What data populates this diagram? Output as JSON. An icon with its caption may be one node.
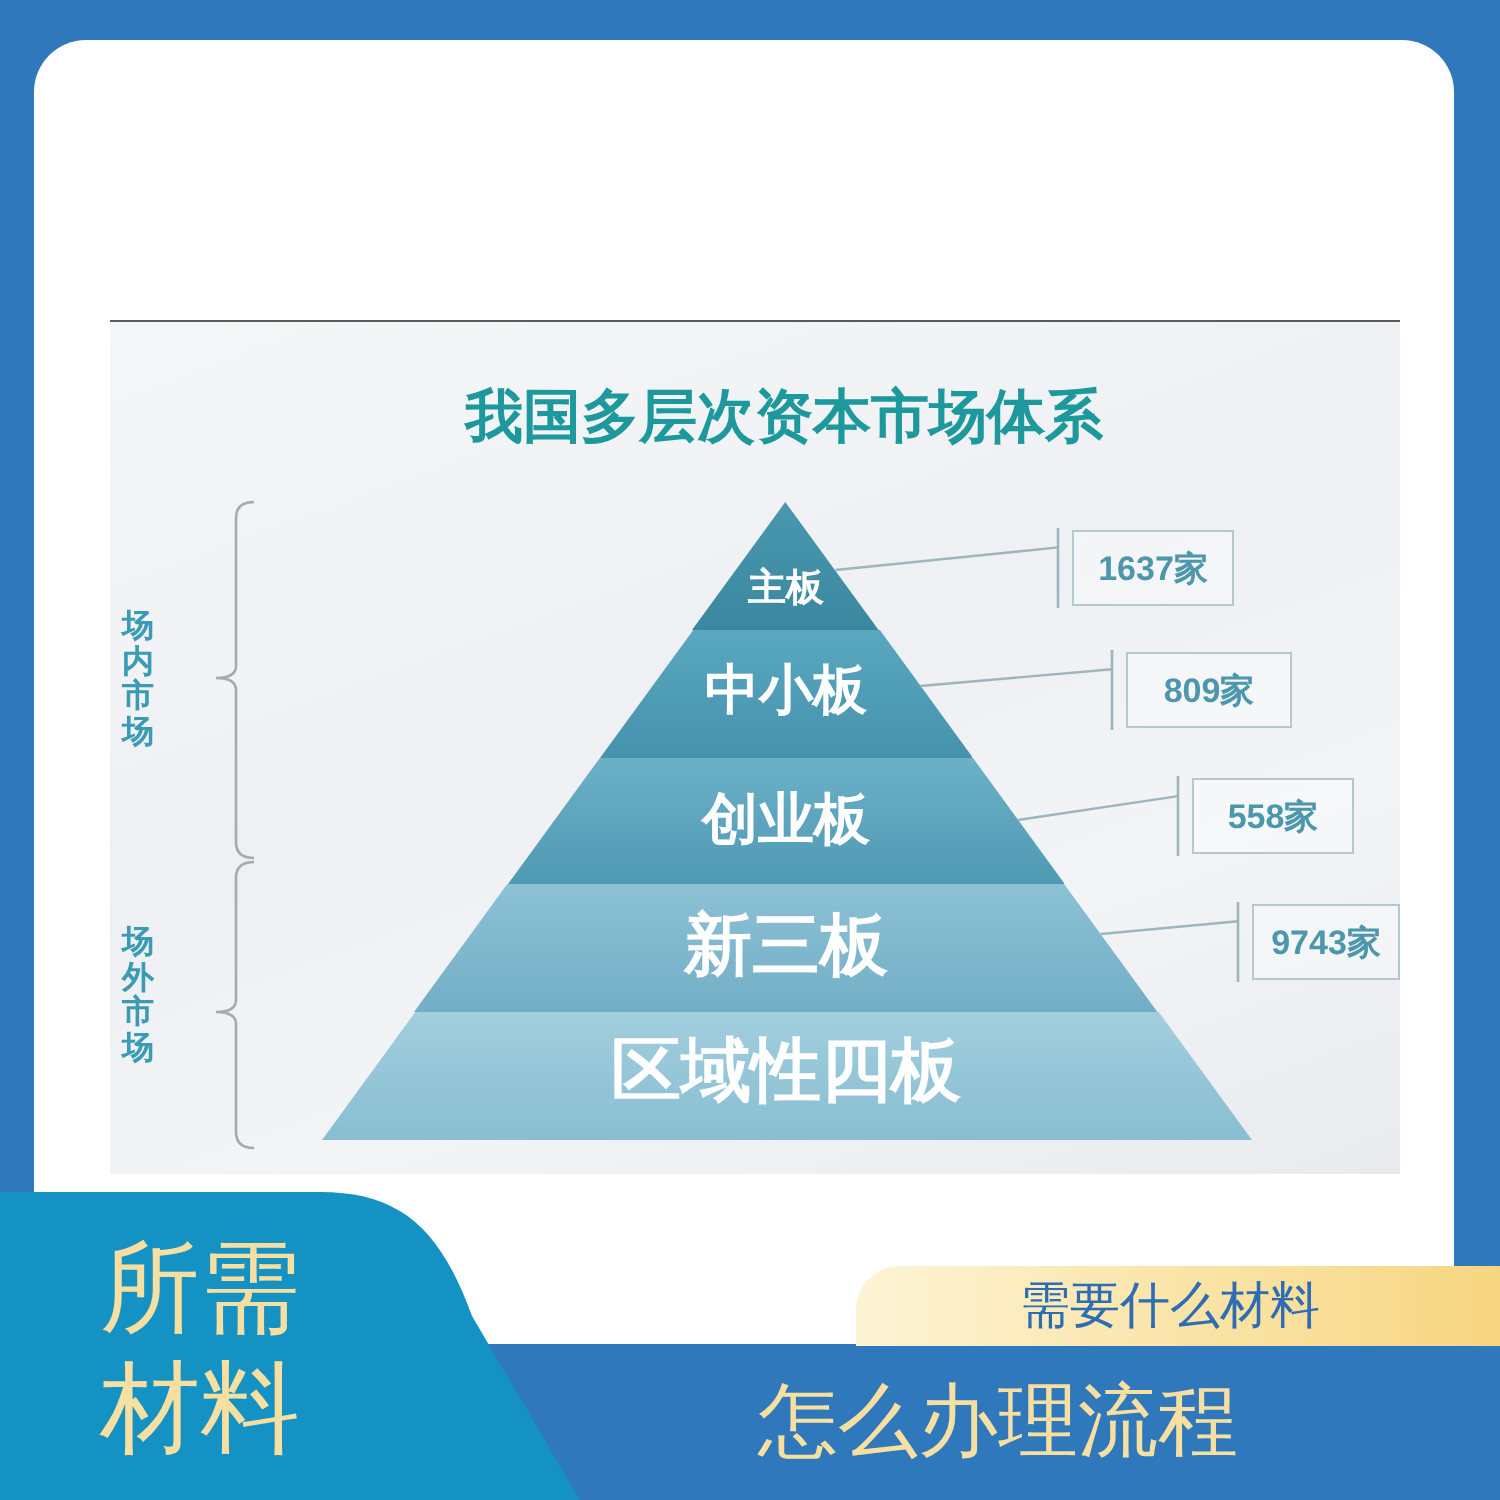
{
  "diagram": {
    "title": "我国多层次资本市场体系",
    "nodes": [
      {
        "text": [
          "主板"
        ]
      },
      {
        "text": [
          "中小板"
        ]
      },
      {
        "text": [
          "创业板"
        ]
      },
      {
        "text": [
          "新三板"
        ]
      },
      {
        "text": [
          "区域性四板"
        ]
      },
      {
        "text": [
          "1637家"
        ]
      },
      {
        "text": [
          "809家"
        ]
      },
      {
        "text": [
          "558家"
        ]
      },
      {
        "text": [
          "9743家"
        ]
      },
      {
        "text": [
          "所需材料"
        ]
      },
      {
        "text": [
          "需要什么材料"
        ]
      },
      {
        "text": [
          "怎么办理流程"
        ]
      }
    ],
    "edges": [
      {
        "from": 0,
        "to": 5,
        "arrow": "other"
      },
      {
        "from": 1,
        "to": 6,
        "arrow": "other"
      },
      {
        "from": 2,
        "to": 7,
        "arrow": "other"
      },
      {
        "from": 3,
        "to": 8,
        "arrow": "other"
      }
    ],
    "labels": [
      "场内市场",
      "场外市场"
    ]
  }
}
